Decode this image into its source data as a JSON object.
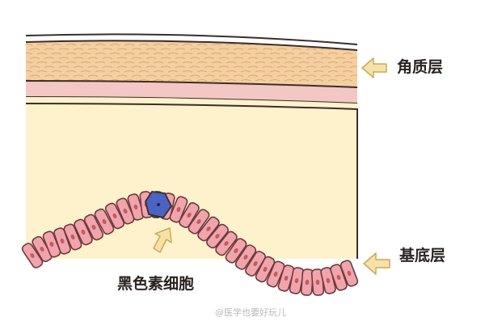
{
  "labels": {
    "stratum_corneum": "角质层",
    "melanocyte": "黑色素细胞",
    "basal_layer": "基底层"
  },
  "watermark": "@医学也要好玩儿",
  "colors": {
    "background": "#ffffff",
    "outline": "#3a2e2a",
    "corneum_fill": "#f4cfa0",
    "corneum_strokes": "#dba878",
    "pink_band": "#f3c7c3",
    "epidermis_fill": "#fdf2cc",
    "cell_fill": "#f0a4ab",
    "cell_outline": "#6e3a3c",
    "nucleus": "#c65a64",
    "melanocyte_fill": "#4b63c3",
    "melanocyte_nucleus": "#1c2560",
    "arrow_fill": "#f6e2a8",
    "arrow_outline": "#c9a95a"
  },
  "icons": {
    "corneum_arrow": "arrow-left-icon",
    "basal_arrow": "arrow-left-icon",
    "melanocyte_arrow": "arrow-up-right-icon"
  }
}
